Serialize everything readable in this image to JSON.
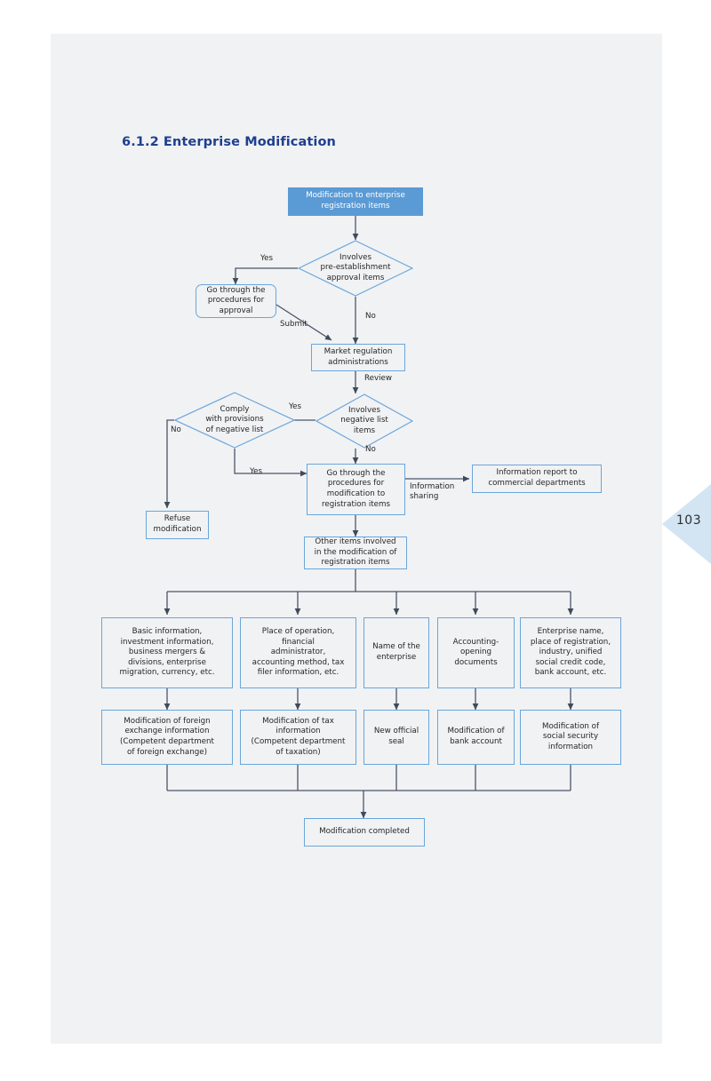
{
  "page": {
    "number": "103",
    "background_color": "#f1f2f4",
    "tab_color": "#d3e5f3"
  },
  "title": "6.1.2 Enterprise Modification",
  "colors": {
    "node_border": "#6aa6da",
    "start_fill": "#5b9bd5",
    "connector": "#4a5568",
    "title": "#1f3f8f"
  },
  "diagram": {
    "type": "flowchart",
    "nodes": {
      "start": "Modification to enterprise\nregistration items",
      "d1": "Involves\npre-establishment\napproval items",
      "approval": "Go through the\nprocedures for\napproval",
      "market": "Market regulation\nadministrations",
      "d2": "Involves\nnegative list\nitems",
      "d3": "Comply\nwith provisions\nof negative list",
      "refuse": "Refuse\nmodification",
      "procedures": "Go through the\nprocedures for\nmodification to\nregistration items",
      "report": "Information report to\ncommercial departments",
      "other": "Other items involved\nin the modification of\nregistration items",
      "col1_top": "Basic information,\ninvestment information,\nbusiness mergers &\ndivisions, enterprise\nmigration, currency, etc.",
      "col2_top": "Place of operation,\nfinancial\nadministrator,\naccounting method, tax\nfiler information, etc.",
      "col3_top": "Name of the\nenterprise",
      "col4_top": "Accounting-\nopening\ndocuments",
      "col5_top": "Enterprise name,\nplace of registration,\nindustry, unified\nsocial credit code,\nbank account, etc.",
      "col1_bot": "Modification of foreign\nexchange information\n(Competent department\nof foreign exchange)",
      "col2_bot": "Modification of tax\ninformation\n(Competent department\nof taxation)",
      "col3_bot": "New official\nseal",
      "col4_bot": "Modification of\nbank account",
      "col5_bot": "Modification of\nsocial security\ninformation",
      "completed": "Modification completed"
    },
    "edge_labels": {
      "d1_yes": "Yes",
      "d1_no": "No",
      "submit": "Submit",
      "review": "Review",
      "d2_yes": "Yes",
      "d2_no": "No",
      "d3_no": "No",
      "d3_yes": "Yes",
      "info_sharing": "Information\nsharing"
    }
  }
}
